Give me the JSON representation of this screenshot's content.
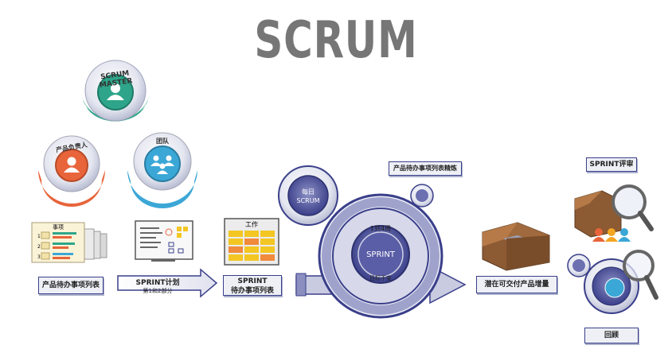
{
  "title": "SCRUM",
  "roles": {
    "scrum_master": "SCRUM MASTER",
    "product_owner": "产品负责人",
    "team": "团队"
  },
  "artifacts": {
    "backlog_card_title": "事项",
    "backlog_row_numbers": [
      "1",
      "2",
      "3"
    ],
    "product_backlog": "产品待办事项列表",
    "sprint_planning": "SPRINT计划",
    "sprint_planning_sub": "第1和2部分",
    "sprint_backlog_card_title": "工作",
    "sprint_backlog_line1": "SPRINT",
    "sprint_backlog_line2": "待办事项列表"
  },
  "sprint": {
    "daily_scrum_line1": "每日",
    "daily_scrum_line2": "SCRUM",
    "duration": "1到4周",
    "center": "SPRINT",
    "unchanging": "目标不变",
    "refinement": "产品待办事项列表精炼"
  },
  "outputs": {
    "increment": "潜在可交付产品增量",
    "sprint_review": "SPRINT评审",
    "retrospective": "回顾"
  },
  "colors": {
    "title": "#767676",
    "teal": "#2ea58a",
    "orange": "#e8643a",
    "blue": "#3ba7d6",
    "purple": "#3a3f8a"
  }
}
